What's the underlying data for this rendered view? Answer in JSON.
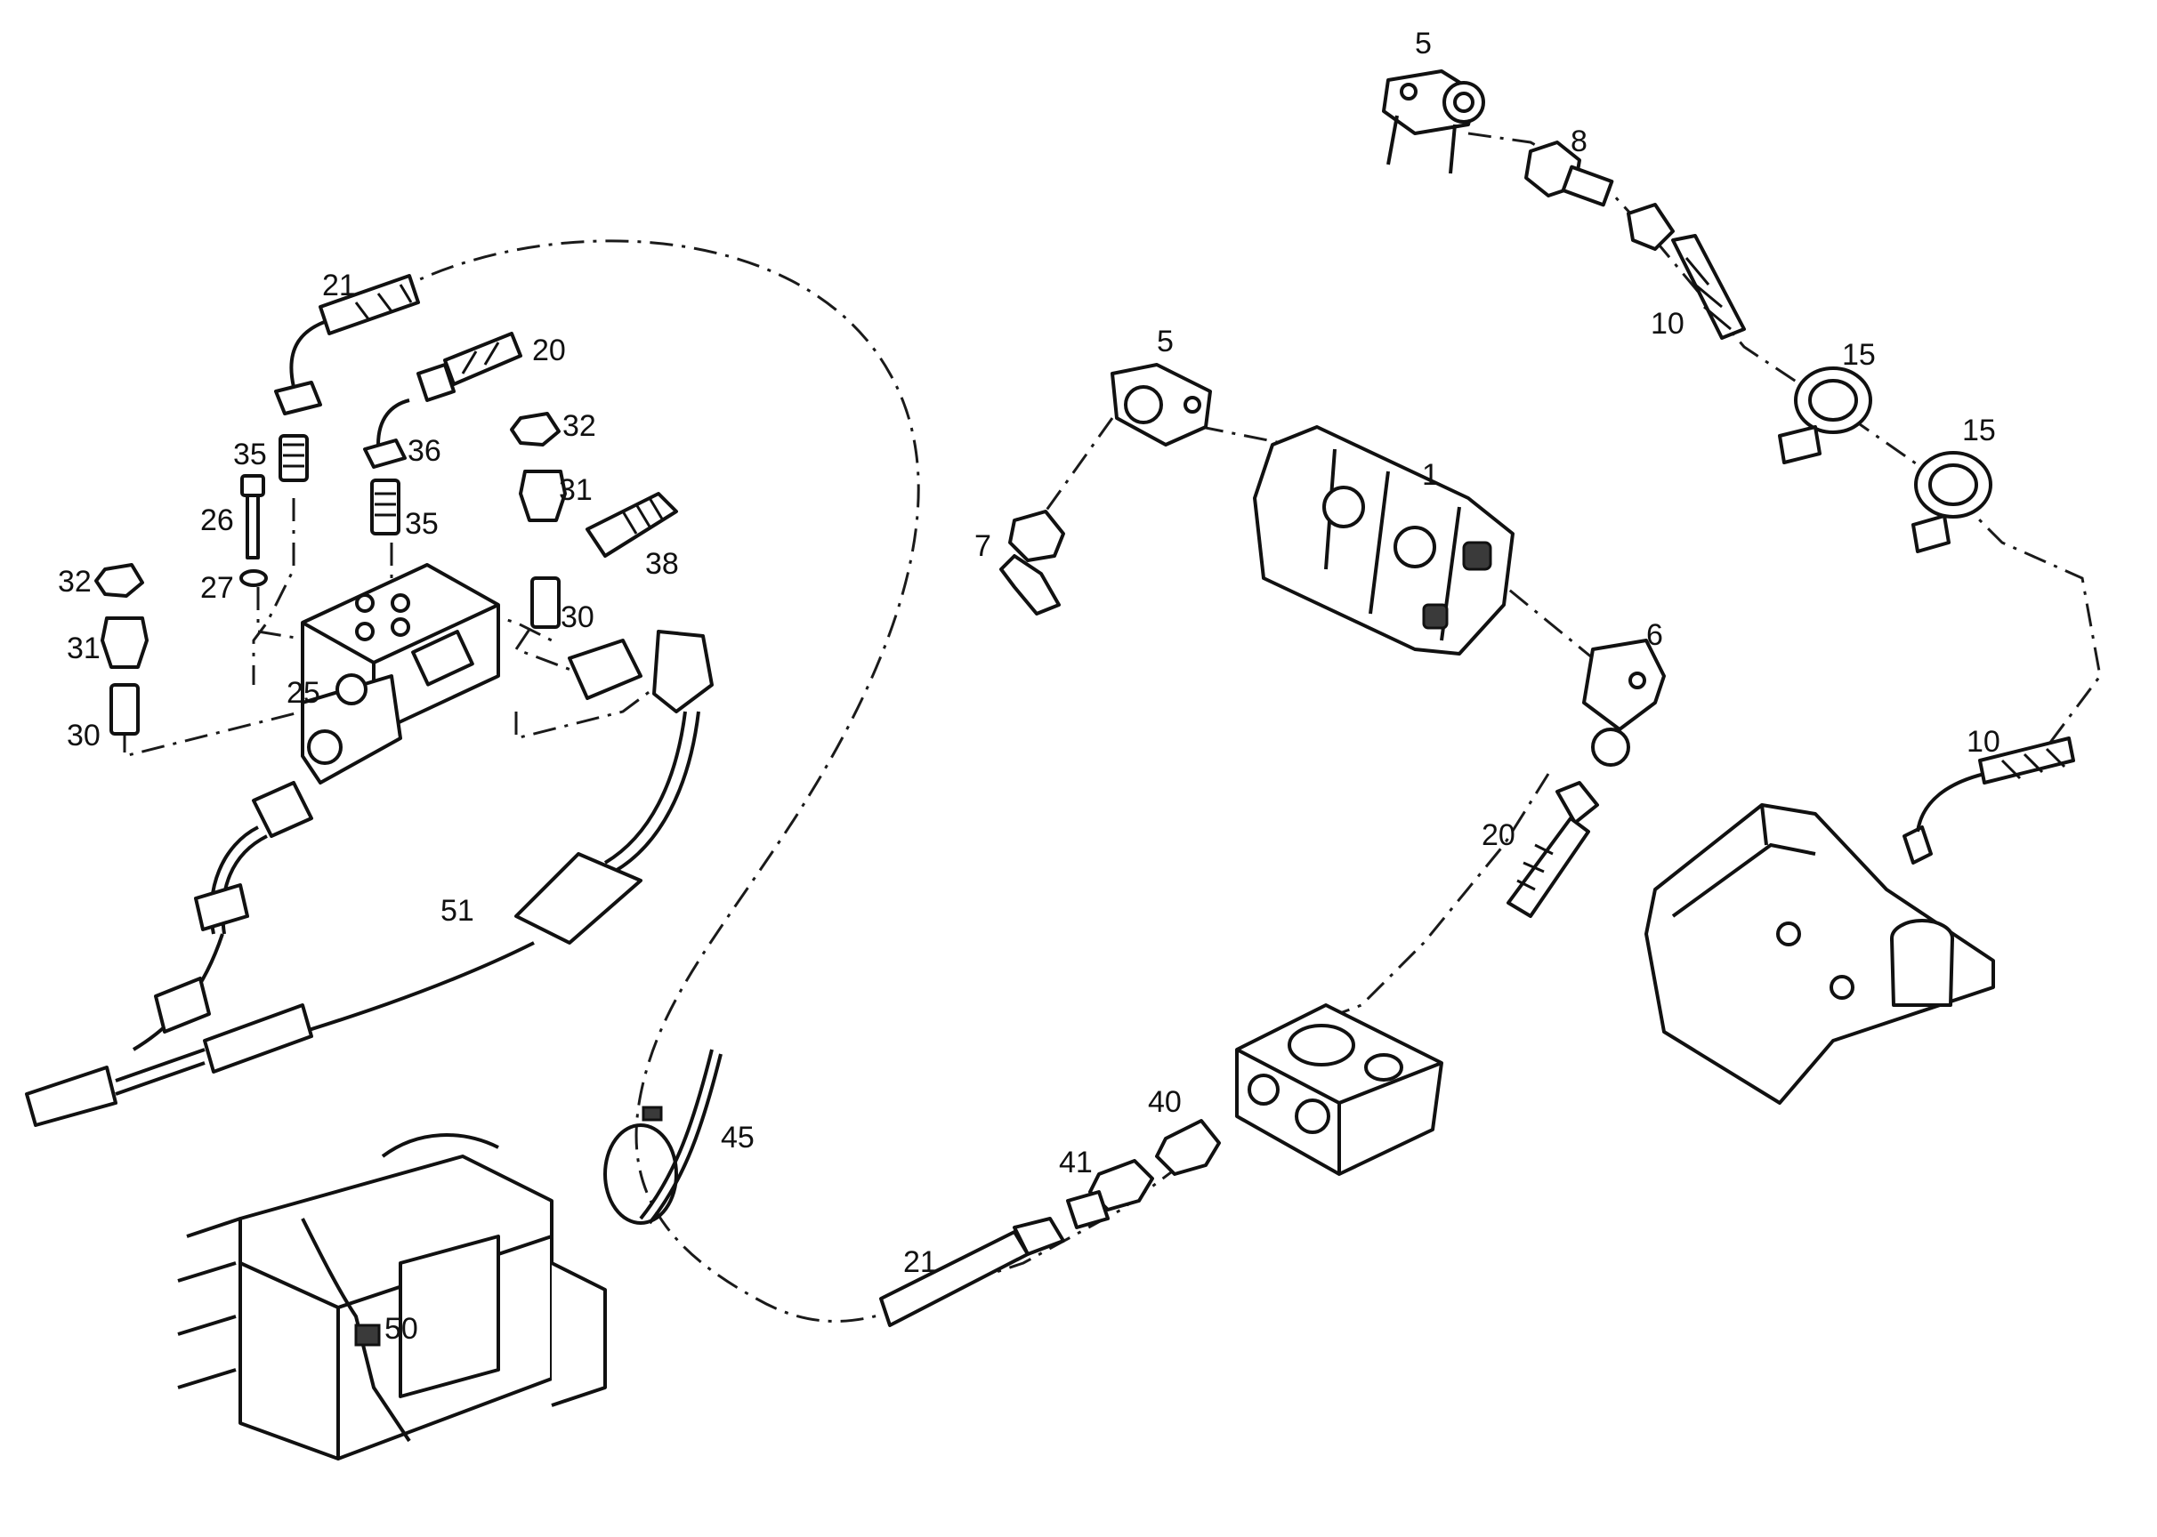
{
  "diagram": {
    "callouts": [
      {
        "id": "c5a",
        "text": "5"
      },
      {
        "id": "c8",
        "text": "8"
      },
      {
        "id": "c10a",
        "text": "10"
      },
      {
        "id": "c15a",
        "text": "15"
      },
      {
        "id": "c15b",
        "text": "15"
      },
      {
        "id": "c5b",
        "text": "5"
      },
      {
        "id": "c1",
        "text": "1"
      },
      {
        "id": "c7",
        "text": "7"
      },
      {
        "id": "c6",
        "text": "6"
      },
      {
        "id": "c20b",
        "text": "20"
      },
      {
        "id": "c10b",
        "text": "10"
      },
      {
        "id": "c21a",
        "text": "21"
      },
      {
        "id": "c20a",
        "text": "20"
      },
      {
        "id": "c32a",
        "text": "32"
      },
      {
        "id": "c36",
        "text": "36"
      },
      {
        "id": "c35a",
        "text": "35"
      },
      {
        "id": "c35b",
        "text": "35"
      },
      {
        "id": "c31a",
        "text": "31"
      },
      {
        "id": "c26",
        "text": "26"
      },
      {
        "id": "c38",
        "text": "38"
      },
      {
        "id": "c32b",
        "text": "32"
      },
      {
        "id": "c27",
        "text": "27"
      },
      {
        "id": "c30a",
        "text": "30"
      },
      {
        "id": "c31b",
        "text": "31"
      },
      {
        "id": "c25",
        "text": "25"
      },
      {
        "id": "c30b",
        "text": "30"
      },
      {
        "id": "c51",
        "text": "51"
      },
      {
        "id": "c45",
        "text": "45"
      },
      {
        "id": "c40",
        "text": "40"
      },
      {
        "id": "c41",
        "text": "41"
      },
      {
        "id": "c21b",
        "text": "21"
      },
      {
        "id": "c50",
        "text": "50"
      }
    ]
  }
}
